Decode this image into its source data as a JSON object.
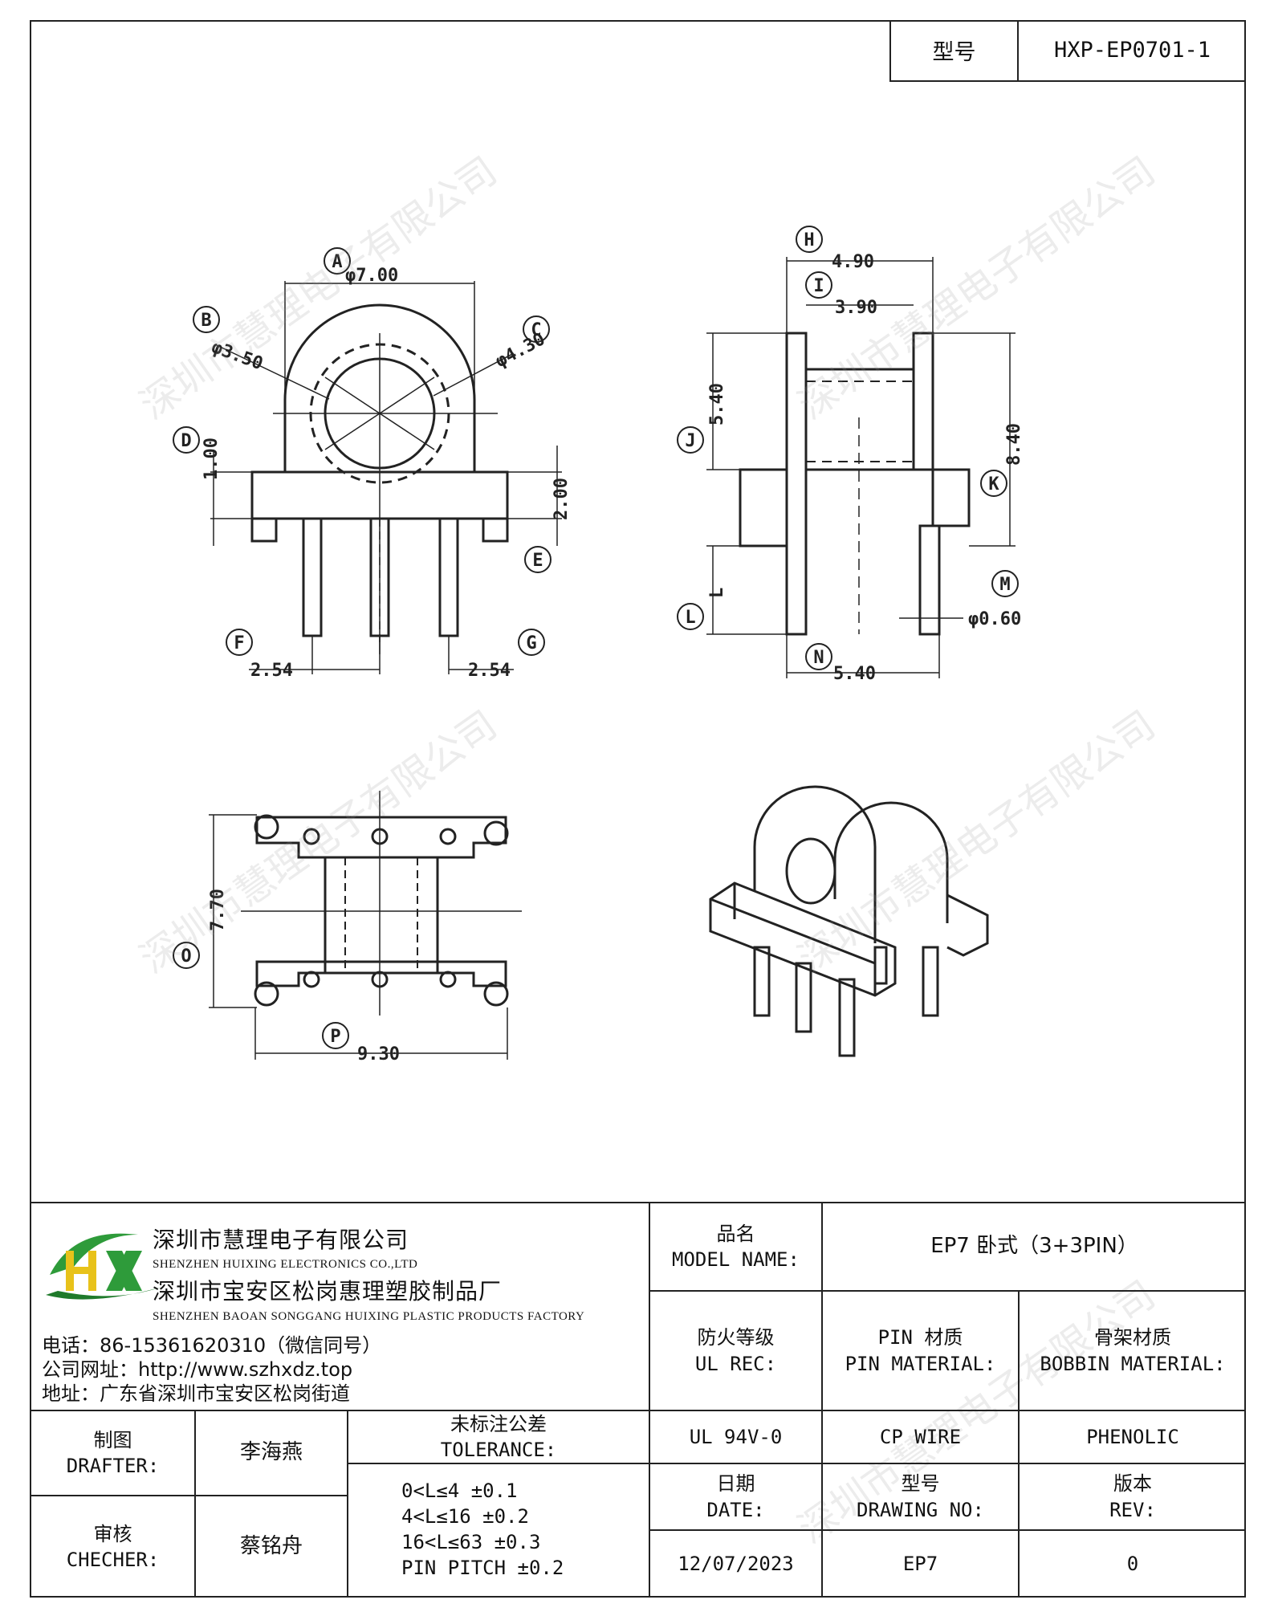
{
  "header": {
    "model_label": "型号",
    "model_value": "HXP-EP0701-1"
  },
  "drawing": {
    "labels": {
      "A": "A",
      "B": "B",
      "C": "C",
      "D": "D",
      "E": "E",
      "F": "F",
      "G": "G",
      "H": "H",
      "I": "I",
      "J": "J",
      "K": "K",
      "L": "L",
      "M": "M",
      "N": "N",
      "O": "O",
      "P": "P"
    },
    "dims": {
      "a": "φ7.00",
      "b": "φ3.50",
      "c": "φ4.30",
      "d": "1.00",
      "e": "2.00",
      "f": "2.54",
      "g": "2.54",
      "h": "4.90",
      "i": "3.90",
      "j": "5.40",
      "k": "8.40",
      "l": "L",
      "m": "φ0.60",
      "n": "5.40",
      "o": "7.70",
      "p": "9.30"
    }
  },
  "watermark": "深圳市慧理电子有限公司",
  "company": {
    "name": "深圳市慧理电子有限公司",
    "name_en": "SHENZHEN HUIXING ELECTRONICS CO.,LTD",
    "factory": "深圳市宝安区松岗惠理塑胶制品厂",
    "factory_en": "SHENZHEN BAOAN SONGGANG HUIXING PLASTIC PRODUCTS FACTORY",
    "phone": "电话：86-15361620310（微信同号）",
    "website": "公司网址：http://www.szhxdz.top",
    "address": "地址：广东省深圳市宝安区松岗街道",
    "logo_text": "HX",
    "logo_colors": {
      "green": "#2e9b3a",
      "yellow": "#e8c21a",
      "dark_green": "#1f7a2b"
    }
  },
  "table": {
    "model_name_label": "品名",
    "model_name_label_en": "MODEL NAME:",
    "model_name_value": "EP7 卧式（3+3PIN）",
    "fire_label": "防火等级",
    "fire_label_en": "UL REC:",
    "pin_label": "PIN 材质",
    "pin_label_en": "PIN MATERIAL:",
    "bobbin_label": "骨架材质",
    "bobbin_label_en": "BOBBIN MATERIAL:",
    "drafter_label": "制图",
    "drafter_label_en": "DRAFTER:",
    "drafter_value": "李海燕",
    "checker_label": "审核",
    "checker_label_en": "CHECHER:",
    "checker_value": "蔡铭舟",
    "tolerance_label": "未标注公差",
    "tolerance_label_en": "TOLERANCE:",
    "tolerance_rows": [
      "0<L≤4  ±0.1",
      "4<L≤16 ±0.2",
      "16<L≤63 ±0.3",
      "PIN PITCH ±0.2"
    ],
    "fire_value": "UL 94V-0",
    "pin_value": "CP WIRE",
    "bobbin_value": "PHENOLIC",
    "date_label": "日期",
    "date_label_en": "DATE:",
    "drawing_no_label": "型号",
    "drawing_no_label_en": "DRAWING NO:",
    "rev_label": "版本",
    "rev_label_en": "REV:",
    "date_value": "12/07/2023",
    "drawing_no_value": "EP7",
    "rev_value": "0"
  }
}
